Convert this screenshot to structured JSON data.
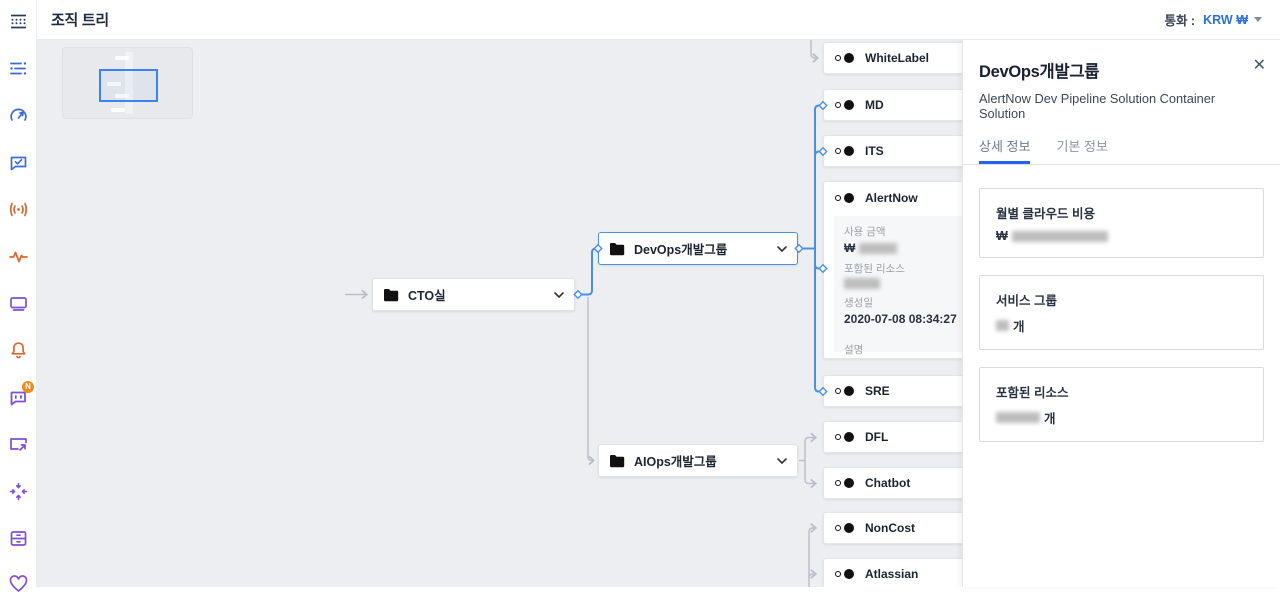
{
  "header": {
    "title": "조직 트리",
    "currency_label": "통화 :",
    "currency_value": "KRW ₩"
  },
  "sidebar": {
    "icons": [
      "org-table-icon",
      "list-filter-icon",
      "gauge-icon",
      "chat-check-icon",
      "broadcast-icon",
      "pulse-icon",
      "monitor-icon",
      "bell-icon",
      "chat-message-icon",
      "screen-share-icon",
      "converge-arrows-icon",
      "drawer-icon",
      "heart-icon"
    ],
    "notification_badge": "N"
  },
  "tree": {
    "nodes": {
      "cto": {
        "label": "CTO실"
      },
      "devops": {
        "label": "DevOps개발그룹",
        "selected": true
      },
      "aiops": {
        "label": "AIOps개발그룹"
      }
    },
    "leaves": [
      {
        "label": "WhiteLabel"
      },
      {
        "label": "MD"
      },
      {
        "label": "ITS"
      },
      {
        "label": "AlertNow"
      },
      {
        "label": "SRE"
      },
      {
        "label": "DFL"
      },
      {
        "label": "Chatbot"
      },
      {
        "label": "NonCost"
      },
      {
        "label": "Atlassian"
      }
    ],
    "alertnow_details": {
      "usage_label": "사용 금액",
      "usage_prefix": "₩",
      "resources_label": "포함된 리소스",
      "created_label": "생성일",
      "created_value": "2020-07-08 08:34:27",
      "description_label": "설명"
    }
  },
  "panel": {
    "title": "DevOps개발그룹",
    "subtitle": "AlertNow Dev Pipeline Solution Container Solution",
    "close_icon": "✕",
    "tabs": [
      {
        "label": "상세 정보",
        "active": true
      },
      {
        "label": "기본 정보",
        "active": false
      }
    ],
    "cards": [
      {
        "label": "월별 클라우드 비용",
        "prefix": "₩",
        "suffix": ""
      },
      {
        "label": "서비스 그룹",
        "prefix": "",
        "suffix": "개"
      },
      {
        "label": "포함된 리소스",
        "prefix": "",
        "suffix": "개"
      }
    ]
  },
  "colors": {
    "accent_blue": "#4a90e2",
    "link_blue": "#2b6fe0",
    "tab_underline": "#2563eb",
    "connector_gray": "#b9bfc7",
    "canvas_bg": "#eceef1",
    "icon_navy": "#2b3a5e",
    "icon_blue": "#3b6bd6",
    "icon_orange": "#e0662f",
    "icon_purple": "#7e4fd8",
    "badge_orange": "#ee8b1d"
  }
}
